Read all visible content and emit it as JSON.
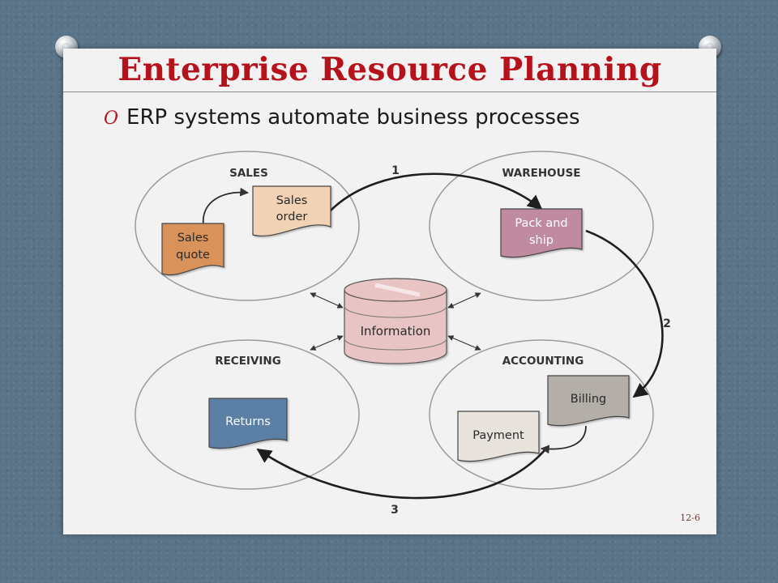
{
  "slide": {
    "title": "Enterprise Resource Planning",
    "bullet_mark": "O",
    "bullet": "ERP systems automate business processes",
    "page_number": "12-6"
  },
  "diagram": {
    "regions": [
      {
        "label": "SALES"
      },
      {
        "label": "WAREHOUSE"
      },
      {
        "label": "RECEIVING"
      },
      {
        "label": "ACCOUNTING"
      }
    ],
    "documents": [
      {
        "line1": "Sales",
        "line2": "order",
        "fill": "#f2d2b4"
      },
      {
        "line1": "Sales",
        "line2": "quote",
        "fill": "#d9925a"
      },
      {
        "line1": "Pack and",
        "line2": "ship",
        "fill": "#c08ba0"
      },
      {
        "line1": "Billing",
        "line2": "",
        "fill": "#b3aea8"
      },
      {
        "line1": "Payment",
        "line2": "",
        "fill": "#e8e3dc"
      },
      {
        "line1": "Returns",
        "line2": "",
        "fill": "#5b7fa6"
      }
    ],
    "database": {
      "label": "Information",
      "fill": "#e8c4c4"
    },
    "flow_labels": [
      "1",
      "2",
      "3"
    ]
  }
}
